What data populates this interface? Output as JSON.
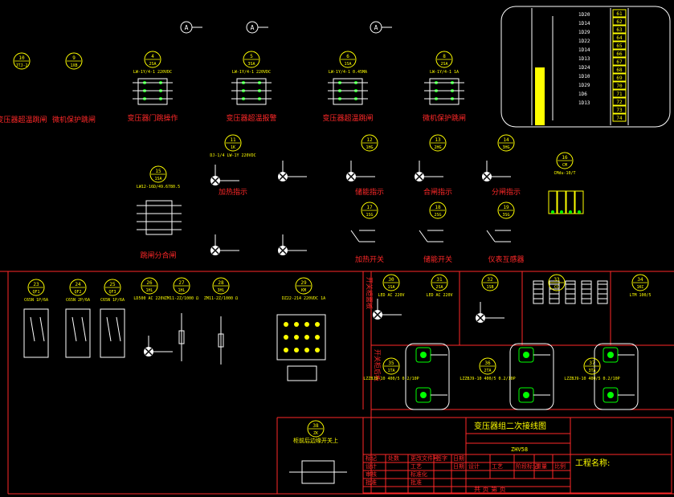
{
  "colors": {
    "background": "#000000",
    "frame": "#ff2828",
    "symbol": "#ffffff",
    "label": "#ffff00",
    "component": "#00ff00",
    "ring": "#ffff00"
  },
  "drawing": {
    "title": "变压器组二次接线图",
    "project_label": "工程名称:",
    "section_1_label": "开关柜面板",
    "section_2_label": "开关柜后板"
  },
  "panel_devices": [
    {
      "num": "10",
      "code": "JTJ-2",
      "caption": "变压器超温跳闸"
    },
    {
      "num": "9",
      "code": "1XB",
      "caption": "微机保护跳闸"
    },
    {
      "num": "4",
      "code": "2SA",
      "spec": "LW-1Y/4-1 220VDC",
      "caption": "变压器门跳操作"
    },
    {
      "num": "5",
      "code": "3SA",
      "spec": "LW-1Y/4-1 220VDC",
      "caption": "变压器超温报警"
    },
    {
      "num": "6",
      "code": "1SA",
      "spec": "LW-1Y/4-1 0.45MA",
      "caption": "变压器超温跳闸"
    },
    {
      "num": "8",
      "code": "2SA",
      "spec": "LW-1Y/4-1 1A",
      "caption": "微机保护跳闸"
    },
    {
      "num": "11",
      "code": "1K",
      "spec": "DJ-1/4 LW-1Y 220VDC",
      "caption": "加热指示"
    },
    {
      "num": "12",
      "code": "1HG",
      "caption": "储能指示"
    },
    {
      "num": "13",
      "code": "2HG",
      "caption": "合闸指示"
    },
    {
      "num": "14",
      "code": "3HG",
      "caption": "分闸指示"
    },
    {
      "num": "15",
      "code": "1SA",
      "spec": "LW12-16D/49.6780.5",
      "caption": "跳闸分合闸"
    },
    {
      "num": "16",
      "code": "CM",
      "spec": "CMdu-10/T"
    },
    {
      "num": "17",
      "code": "1SG",
      "caption": "加热开关"
    },
    {
      "num": "18",
      "code": "2SG",
      "caption": "储能开关"
    },
    {
      "num": "19",
      "code": "3SG",
      "caption": "仪表互感器"
    }
  ],
  "rear_devices": [
    {
      "num": "23",
      "code": "QF1",
      "spec": "C65N 1P/6A"
    },
    {
      "num": "24",
      "code": "QF2",
      "spec": "C65N 2P/6A"
    },
    {
      "num": "25",
      "code": "QF3",
      "spec": "C65N 1P/6A"
    },
    {
      "num": "26",
      "code": "1HL",
      "spec": "LD500 AC 220V"
    },
    {
      "num": "27",
      "code": "1HL",
      "spec": "ZM11-2Z/1000 Ω"
    },
    {
      "num": "28",
      "code": "3HL",
      "spec": "ZM11-2Z/1000 Ω"
    },
    {
      "num": "29",
      "code": "KM",
      "spec": "DZ22-214 220VDC 1A"
    },
    {
      "num": "30",
      "code": "1SA",
      "spec": "LED AC 220V"
    },
    {
      "num": "31",
      "code": "2SA",
      "spec": "LED AC 220V"
    },
    {
      "num": "32",
      "code": "1SB"
    },
    {
      "num": "33",
      "code": "CC"
    },
    {
      "num": "34",
      "code": "1KC",
      "spec": "LTM 100/5"
    },
    {
      "num": "35",
      "code": "1TA",
      "spec": "LZZBJ9-10 400/5 0.2/10P"
    },
    {
      "num": "36",
      "code": "2TA",
      "spec": "LZZBJ9-10 400/5 0.2/10P"
    },
    {
      "num": "37",
      "code": "3TA",
      "spec": "LZZBJ9-10 400/5 0.2/10P"
    },
    {
      "num": "38",
      "code": "ZK",
      "caption": "柜前后边缘开关上"
    }
  ],
  "terminals": {
    "left": [
      "1D20",
      "1D14",
      "1D29",
      "1D22",
      "1D14",
      "1D13",
      "1D24",
      "1D10",
      "1D29",
      "1D6",
      "1D13"
    ],
    "right": [
      "61",
      "62",
      "63",
      "64",
      "65",
      "66",
      "67",
      "68",
      "69",
      "70",
      "71",
      "72",
      "73",
      "74"
    ]
  },
  "title_block": {
    "row_1": [
      "标记",
      "处数",
      "更改文件号",
      "签字",
      "日期"
    ],
    "row_2": [
      "设计",
      "工艺",
      "阶段标记",
      "重量",
      "比例"
    ],
    "rows_left": [
      "设计",
      "审核",
      "批准"
    ],
    "rows_mid": [
      "工艺",
      "标准化",
      "批准"
    ],
    "sheet_label": "共 页 第 页",
    "drawn_by": "日期",
    "reference": "ZHV58"
  }
}
